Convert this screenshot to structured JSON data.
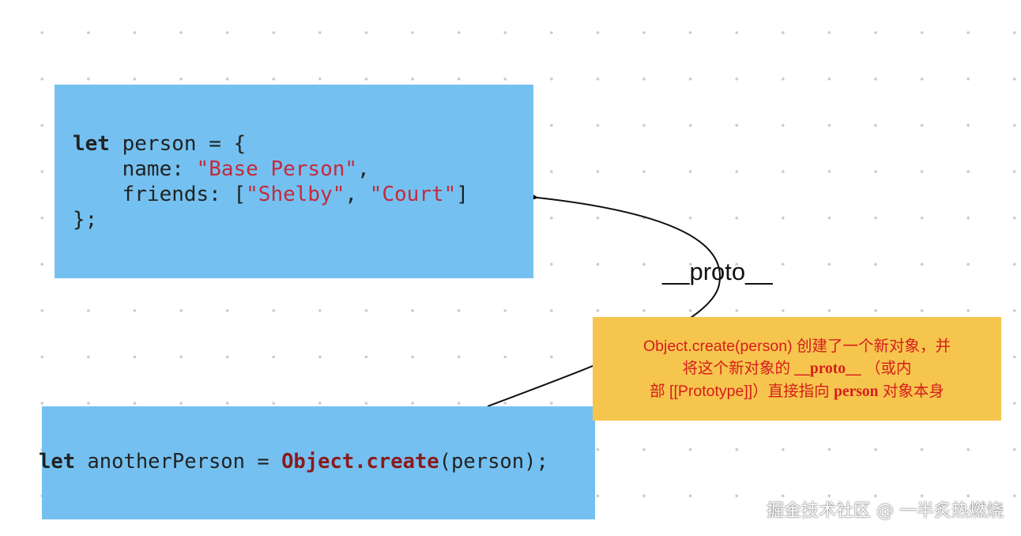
{
  "person_code": {
    "kw_let": "let",
    "line1_rest": " person = {",
    "line2_indent": "    name: ",
    "line2_str": "\"Base Person\"",
    "line2_end": ",",
    "line3_indent": "    friends: [",
    "line3_str1": "\"Shelby\"",
    "line3_sep": ", ",
    "line3_str2": "\"Court\"",
    "line3_end": "]",
    "line4": "};"
  },
  "another_code": {
    "kw_let": "let",
    "mid": " anotherPerson = ",
    "obj": "Object",
    "dot": ".",
    "create": "create",
    "end": "(person);"
  },
  "arrow_label": "__proto__",
  "note": {
    "line1": "Object.create(person) 创建了一个新对象，并",
    "line2_a": "将这个新对象的 ",
    "line2_b": "__proto__",
    "line2_c": " （或内",
    "line3_a": "部 [[Prototype]]）直接指向 ",
    "line3_b": "person",
    "line3_c": " 对象本身"
  },
  "watermark": "掘金技术社区 @ 一半炙热燃烧",
  "colors": {
    "box_blue": "#74c1f1",
    "note_yellow": "#f6c54d",
    "note_text": "#d61d1d",
    "code_string": "#c42a3c",
    "code_function": "#8b1a1a"
  }
}
